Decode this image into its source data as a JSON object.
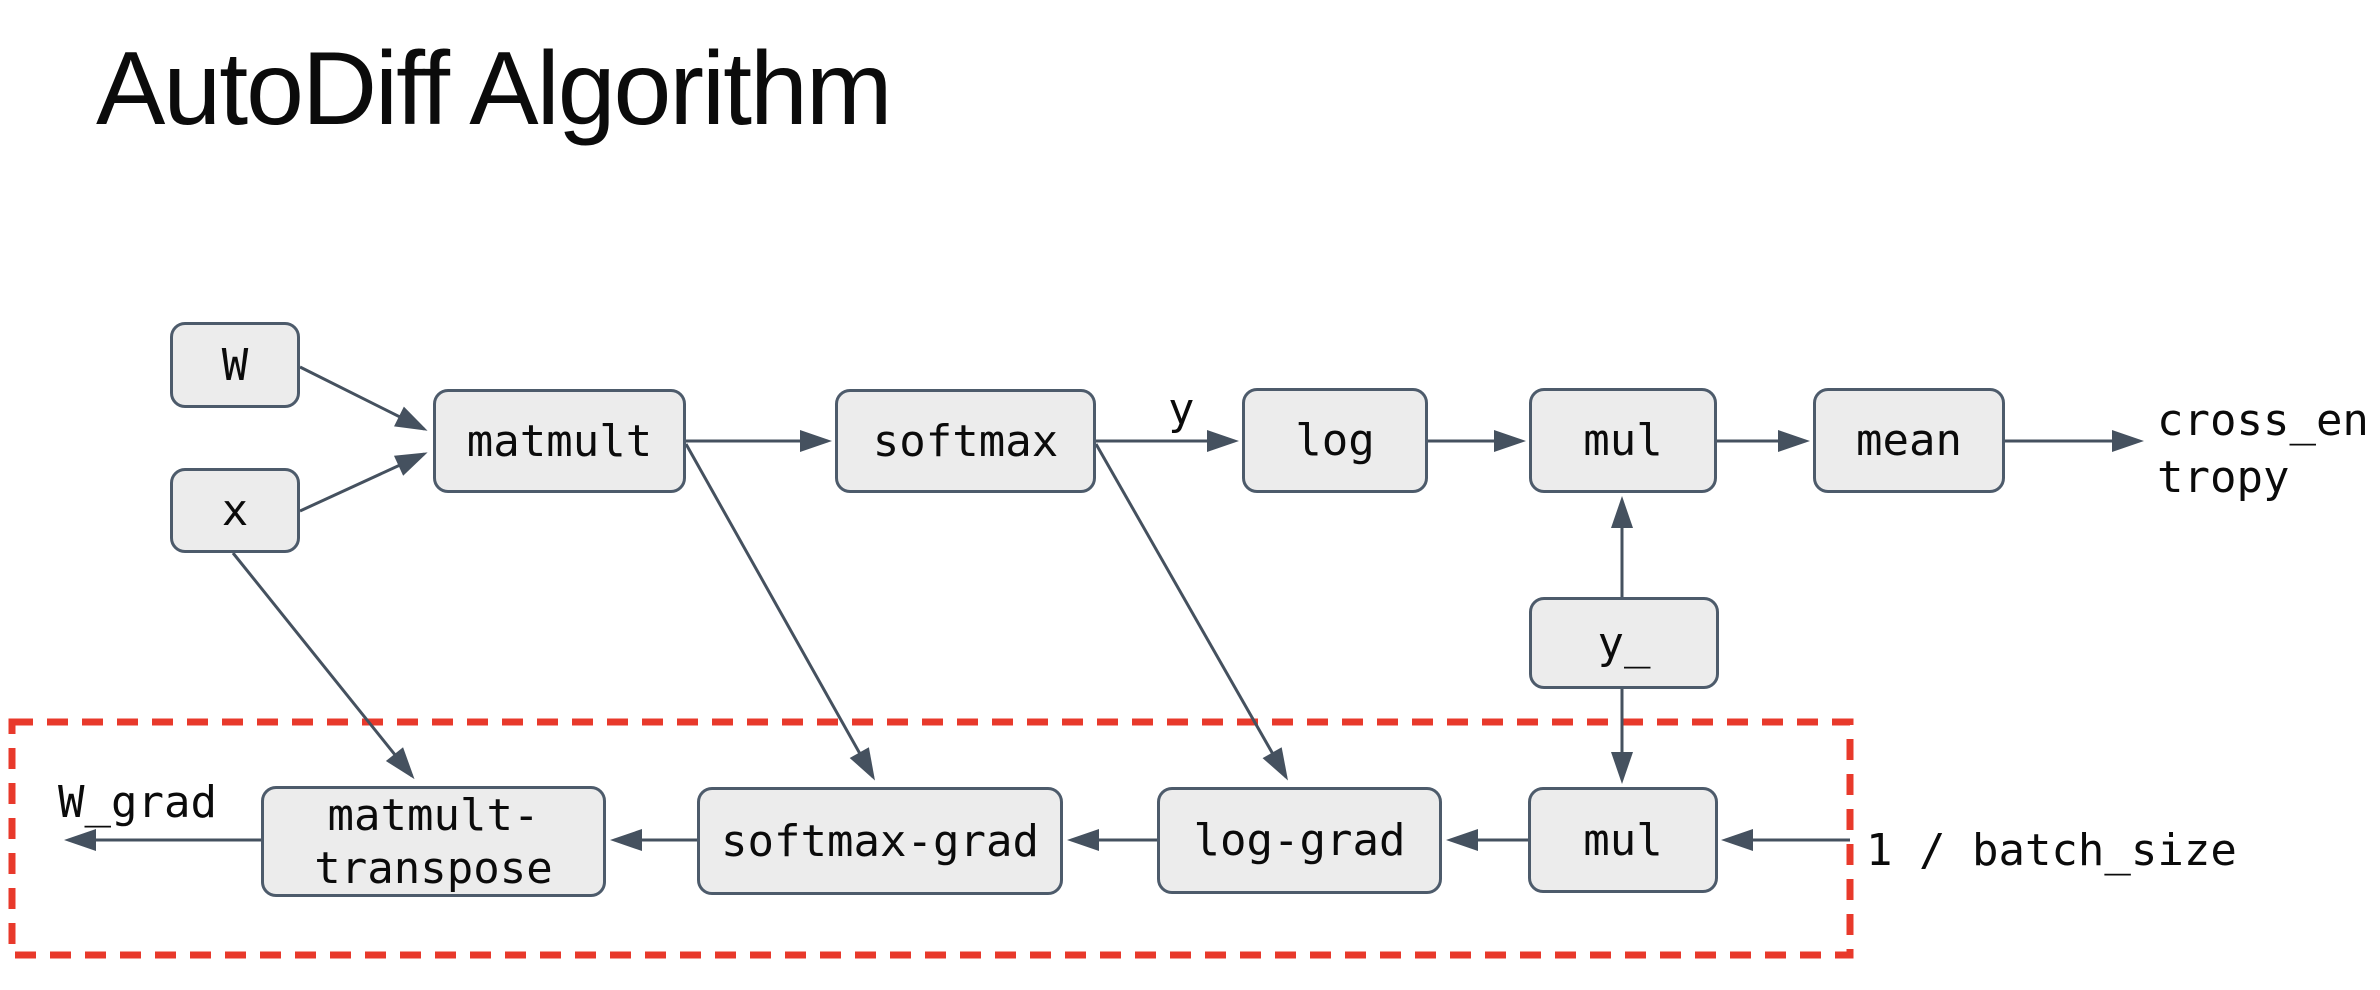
{
  "title": "AutoDiff Algorithm",
  "colors": {
    "background": "#ffffff",
    "node_fill": "#ececec",
    "node_border": "#4d5b6b",
    "edge": "#45515f",
    "highlight_dashed_box": "#e8392b",
    "text": "#0b0b0b"
  },
  "nodes": {
    "w": "W",
    "x": "x",
    "matmult": "matmult",
    "softmax": "softmax",
    "log": "log",
    "mul_forward": "mul",
    "mean": "mean",
    "y_target": "y_",
    "mul_backward": "mul",
    "log_grad": "log-grad",
    "softmax_grad": "softmax-grad",
    "matmult_transpose_line1": "matmult-",
    "matmult_transpose_line2": "transpose"
  },
  "labels": {
    "edge_y": "y",
    "output_line1": "cross_en",
    "output_line2": "tropy",
    "w_grad": "W_grad",
    "batch_size": "1 / batch_size"
  }
}
